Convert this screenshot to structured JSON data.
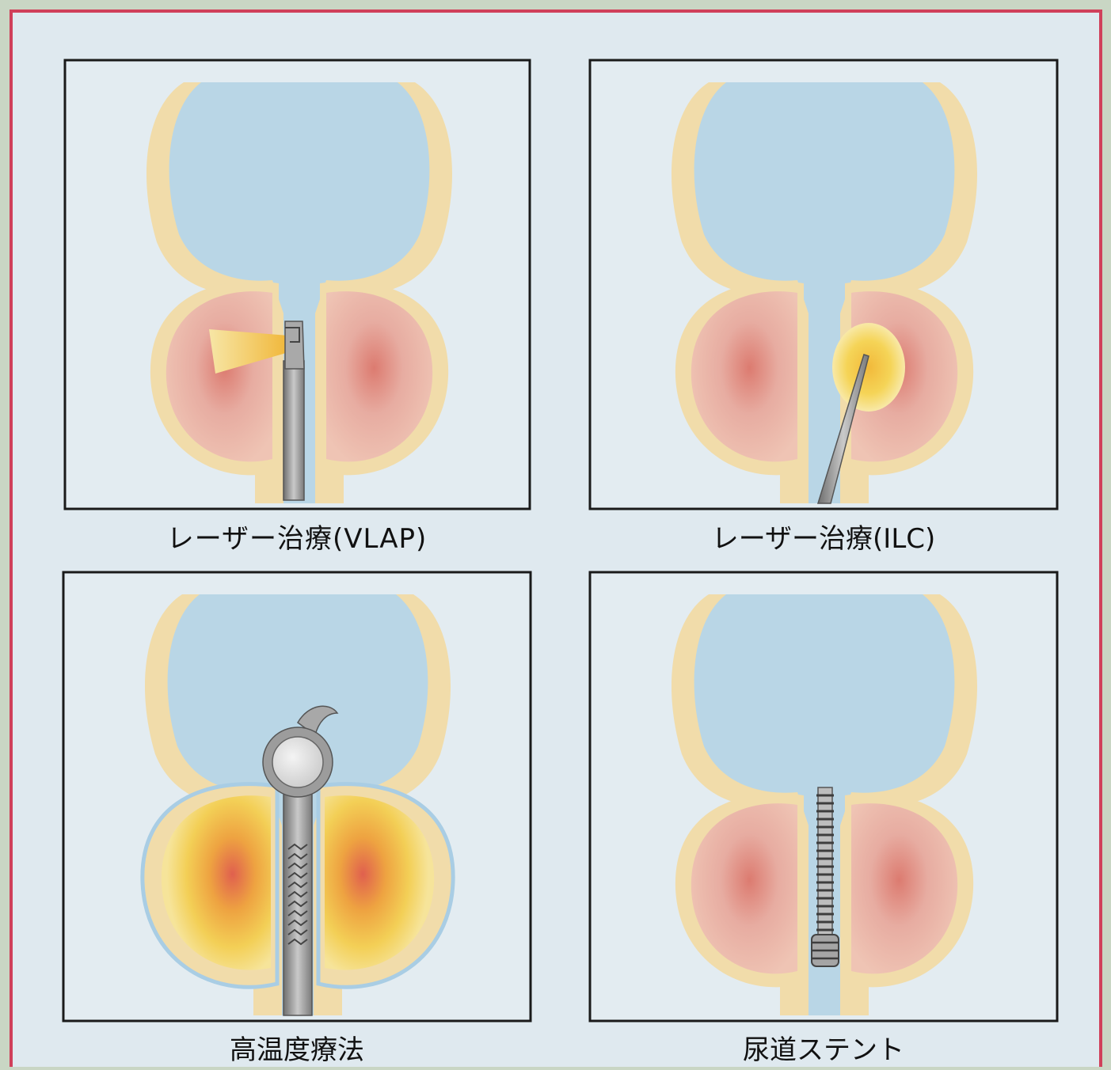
{
  "panels": [
    {
      "caption": "レーザー治療(VLAP)"
    },
    {
      "caption": "レーザー治療(ILC)"
    },
    {
      "caption": "高温度療法"
    },
    {
      "caption": "尿道ステント"
    }
  ],
  "colors": {
    "frame_border": "#d0405a",
    "paper": "#dfe9ef",
    "bladder_fluid": "#b9d6e6",
    "tissue_wall": "#f1dcaa",
    "prostate_outer": "#e7b1a6",
    "prostate_core": "#dd8276",
    "laser": "#f4c640",
    "instrument": "#8a8a8a"
  }
}
